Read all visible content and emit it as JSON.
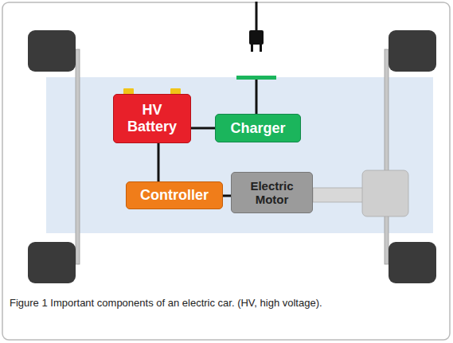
{
  "diagram": {
    "caption": "Figure 1 Important components of an electric car. (HV, high voltage).",
    "nodes": [
      {
        "text": [
          "HV Battery"
        ]
      },
      {
        "text": [
          "Charger"
        ]
      },
      {
        "text": [
          "Controller"
        ]
      },
      {
        "text": [
          "Electric Motor"
        ]
      }
    ],
    "edges": [
      {
        "from": 0,
        "to": 1,
        "arrow": "none"
      },
      {
        "from": 0,
        "to": 2,
        "arrow": "none"
      },
      {
        "from": 2,
        "to": 3,
        "arrow": "none"
      }
    ]
  }
}
